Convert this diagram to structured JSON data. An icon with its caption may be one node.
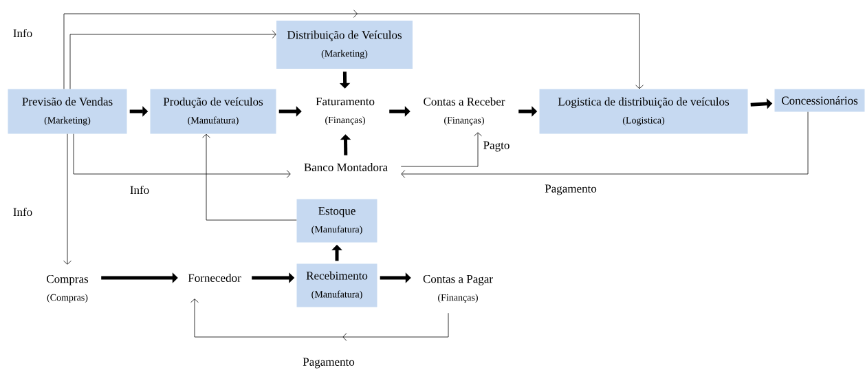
{
  "diagram": {
    "nodes": [
      {
        "text": [
          "Previsão de Vendas",
          "(Marketing)"
        ]
      },
      {
        "text": [
          "Distribuição de Veículos",
          "(Marketing)"
        ]
      },
      {
        "text": [
          "Produção de veículos",
          "(Manufatura)"
        ]
      },
      {
        "text": [
          "Faturamento",
          "(Finanças)"
        ]
      },
      {
        "text": [
          "Contas a Receber",
          "(Finanças)"
        ]
      },
      {
        "text": [
          "Logistica de distribuição de veículos",
          "(Logistica)"
        ]
      },
      {
        "text": [
          "Concessionários"
        ]
      },
      {
        "text": [
          "Banco Montadora"
        ]
      },
      {
        "text": [
          "Estoque",
          "(Manufatura)"
        ]
      },
      {
        "text": [
          "Compras",
          "(Compras)"
        ]
      },
      {
        "text": [
          "Fornecedor"
        ]
      },
      {
        "text": [
          "Recebimento",
          "(Manufatura)"
        ]
      },
      {
        "text": [
          "Contas a Pagar",
          "(Finanças)"
        ]
      }
    ],
    "edges": [
      {
        "from": 0,
        "to": 5,
        "arrow": "to"
      },
      {
        "from": 0,
        "to": 1,
        "arrow": "to"
      },
      {
        "from": 0,
        "to": 2,
        "arrow": "to"
      },
      {
        "from": 2,
        "to": 3,
        "arrow": "to"
      },
      {
        "from": 1,
        "to": 3,
        "arrow": "to"
      },
      {
        "from": 3,
        "to": 4,
        "arrow": "to"
      },
      {
        "from": 4,
        "to": 5,
        "arrow": "to"
      },
      {
        "from": 5,
        "to": 6,
        "arrow": "to"
      },
      {
        "from": 7,
        "to": 3,
        "arrow": "to"
      },
      {
        "from": 0,
        "to": 7,
        "arrow": "to"
      },
      {
        "from": 0,
        "to": 9,
        "arrow": "to"
      },
      {
        "from": 8,
        "to": 2,
        "arrow": "to"
      },
      {
        "from": 7,
        "to": 4,
        "arrow": "to",
        "label": "Pagto"
      },
      {
        "from": 6,
        "to": 7,
        "arrow": "to",
        "label": "Pagamento"
      },
      {
        "from": 9,
        "to": 10,
        "arrow": "to"
      },
      {
        "from": 10,
        "to": 11,
        "arrow": "to"
      },
      {
        "from": 11,
        "to": 12,
        "arrow": "to"
      },
      {
        "from": 11,
        "to": 8,
        "arrow": "to"
      },
      {
        "from": 12,
        "to": 10,
        "arrow": "to",
        "label": "Pagamento"
      }
    ],
    "labels": [
      "Info",
      "Info",
      "Info"
    ]
  }
}
